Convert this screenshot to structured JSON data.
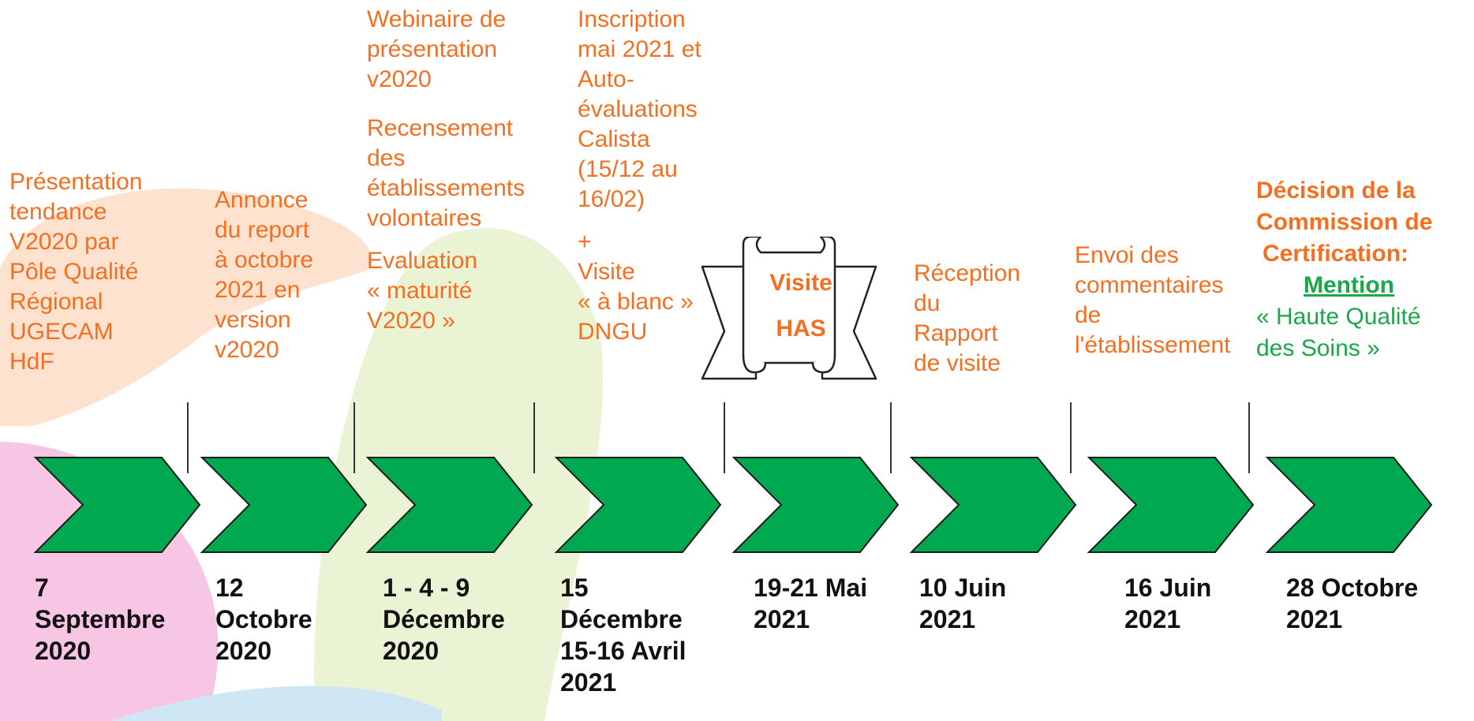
{
  "steps": [
    {
      "desc_lines": [
        "Présentation",
        "tendance",
        "V2020 par",
        "Pôle Qualité",
        "Régional",
        "UGECAM",
        "HdF"
      ],
      "date_lines": [
        "7",
        "Septembre",
        "2020"
      ]
    },
    {
      "desc_lines": [
        "Annonce",
        "du report",
        "à octobre",
        "2021 en",
        "version",
        "v2020"
      ],
      "date_lines": [
        "12",
        "Octobre",
        "2020"
      ]
    },
    {
      "desc_top": [
        "Webinaire de",
        "présentation",
        "v2020"
      ],
      "desc_mid": [
        "Recensement",
        "des",
        "établissements",
        "volontaires"
      ],
      "desc_bottom": [
        "Evaluation",
        "« maturité",
        "V2020 »"
      ],
      "date_lines": [
        "1 - 4 - 9",
        "Décembre",
        "2020"
      ]
    },
    {
      "desc_top": [
        "Inscription",
        "mai 2021 et",
        "Auto-",
        "évaluations",
        "Calista",
        "(15/12 au",
        "16/02)"
      ],
      "desc_plus": "+",
      "desc_bottom": [
        "Visite",
        "« à blanc »",
        "DNGU"
      ],
      "date_lines": [
        "15",
        "Décembre",
        "15-16 Avril",
        "2021"
      ]
    },
    {
      "banner_lines": [
        "Visite",
        "HAS"
      ],
      "date_lines": [
        "19-21 Mai",
        "2021"
      ]
    },
    {
      "desc_lines": [
        "Réception",
        "du",
        "Rapport",
        "de visite"
      ],
      "date_lines": [
        "10 Juin",
        "2021"
      ]
    },
    {
      "desc_lines": [
        "Envoi des",
        "commentaires",
        "de",
        "l'établissement"
      ],
      "date_lines": [
        "16 Juin",
        "2021"
      ]
    },
    {
      "final_bold": [
        "Décision de la",
        "Commission de",
        "Certification:"
      ],
      "final_mention": "Mention",
      "final_green": [
        "« Haute Qualité",
        "des Soins »"
      ],
      "date_lines": [
        "28 Octobre",
        "2021"
      ]
    }
  ],
  "colors": {
    "chevron": "#00a94f",
    "orange_text": "#f36f21",
    "green_text": "#1aa84a",
    "blob_peach": "#fde3cf",
    "blob_pink": "#f7c6e4",
    "blob_green": "#eaf3d3",
    "blob_blue": "#cfe6f5"
  }
}
